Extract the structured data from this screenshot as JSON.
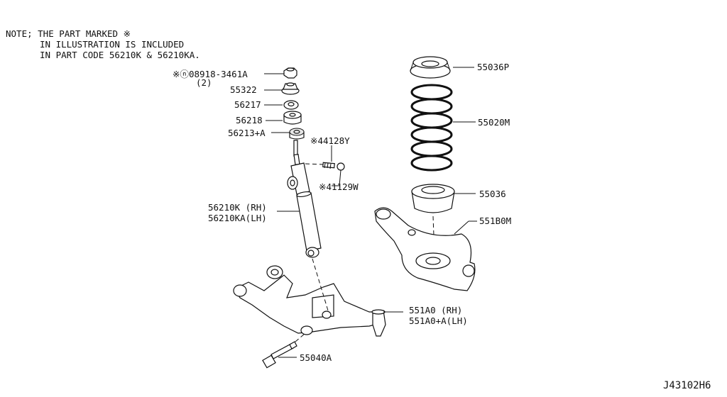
{
  "note": {
    "line1": "NOTE; THE PART MARKED ※",
    "line2": "IN ILLUSTRATION IS INCLUDED",
    "line3": "IN PART CODE 56210K & 56210KA."
  },
  "labels": {
    "nut": "※ⓝ08918-3461A",
    "nut_qty": "(2)",
    "p55322": "55322",
    "p56217": "56217",
    "p56218": "56218",
    "p56213": "56213+A",
    "p44128": "※44128Y",
    "p41129": "※41129W",
    "shock_rh": "56210K (RH)",
    "shock_lh": "56210KA(LH)",
    "p55036p": "55036P",
    "p55020m": "55020M",
    "p55036": "55036",
    "p551b0m": "551B0M",
    "arm_rh": "551A0 (RH)",
    "arm_lh": "551A0+A(LH)",
    "bolt": "55040A"
  },
  "diagram_code": "J43102H6"
}
